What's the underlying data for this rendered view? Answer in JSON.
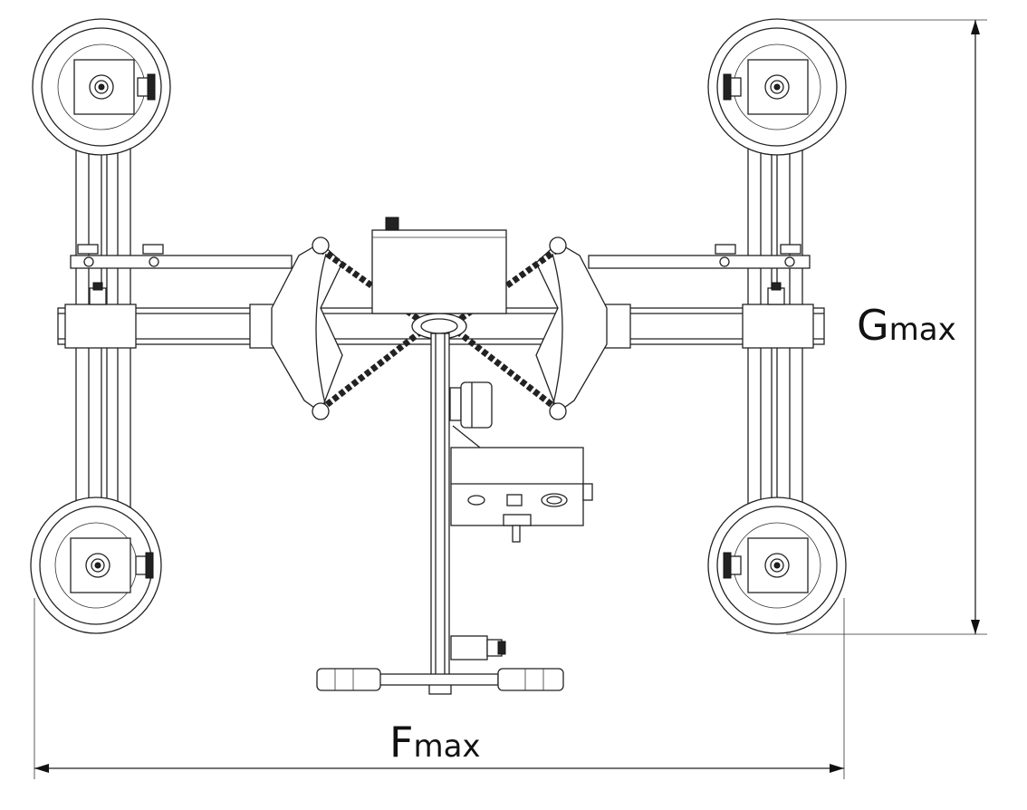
{
  "dimensions": {
    "width": {
      "letter": "F",
      "subscript": "max"
    },
    "height": {
      "letter": "G",
      "subscript": "max"
    }
  }
}
